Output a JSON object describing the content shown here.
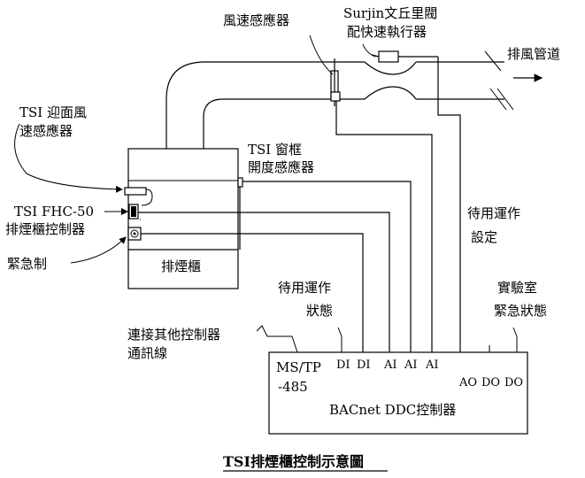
{
  "labels": {
    "air_velocity_sensor": "風速感應器",
    "valve_line1": "Surjin文丘里閥",
    "valve_line2": "配快速執行器",
    "exhaust_duct": "排風管道",
    "face_velocity_line1": "TSI 迎面風",
    "face_velocity_line2": "速感應器",
    "sash_sensor_line1": "TSI 窗框",
    "sash_sensor_line2": "開度感應器",
    "fhc_line1": "TSI FHC-50",
    "fhc_line2": "排煙櫃控制器",
    "emergency": "緊急制",
    "hood": "排煙櫃",
    "standby_setting_line1": "待用運作",
    "standby_setting_line2": "設定",
    "standby_status_line1": "待用運作",
    "standby_status_line2": "狀態",
    "lab_emergency_line1": "實驗室",
    "lab_emergency_line2": "緊急狀態",
    "network_line1": "連接其他控制器",
    "network_line2": "通訊線",
    "mstp_line1": "MS/TP",
    "mstp_line2": "-485",
    "di1": "DI",
    "di2": "DI",
    "ai1": "AI",
    "ai2": "AI",
    "ai3": "AI",
    "ao": "AO",
    "do1": "DO",
    "do2": "DO",
    "ddc": "BACnet DDC控制器"
  },
  "title": "TSI排煙櫃控制示意圖"
}
